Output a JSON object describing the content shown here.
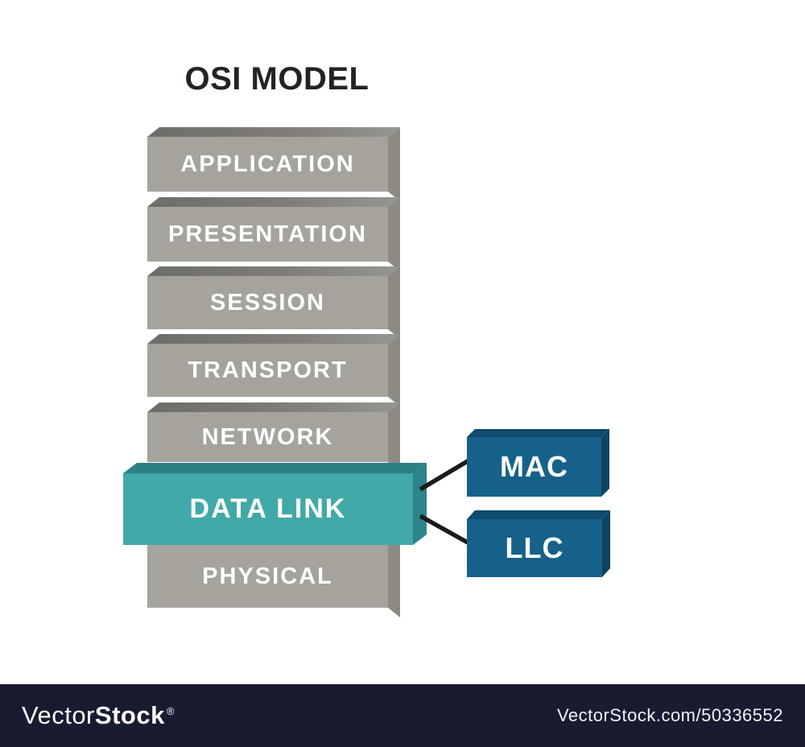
{
  "title": "OSI MODEL",
  "diagram": {
    "layers": [
      {
        "label": "APPLICATION"
      },
      {
        "label": "PRESENTATION"
      },
      {
        "label": "SESSION"
      },
      {
        "label": "TRANSPORT"
      },
      {
        "label": "NETWORK"
      },
      {
        "label": "DATA LINK",
        "highlighted": true
      },
      {
        "label": "PHYSICAL"
      }
    ],
    "data_link_sublayers": [
      {
        "label": "MAC"
      },
      {
        "label": "LLC"
      }
    ]
  },
  "colors": {
    "layer_front": "#a5a39c",
    "layer_top": "#7d7b74",
    "layer_side": "#8c8a82",
    "highlight_front": "#41a9a7",
    "highlight_top": "#2b8084",
    "highlight_side": "#2a8489",
    "sublayer_front": "#16618a",
    "sublayer_top": "#0d4b6f",
    "sublayer_side": "#0d4560",
    "connector": "#1d1b19",
    "title_text": "#262220",
    "label_text": "#ffffff",
    "watermark_bar": "#191b30"
  },
  "watermark": {
    "brand_regular": "Vector",
    "brand_bold": "Stock",
    "registered_mark": "®",
    "site_ref": "VectorStock.com/50336552"
  }
}
